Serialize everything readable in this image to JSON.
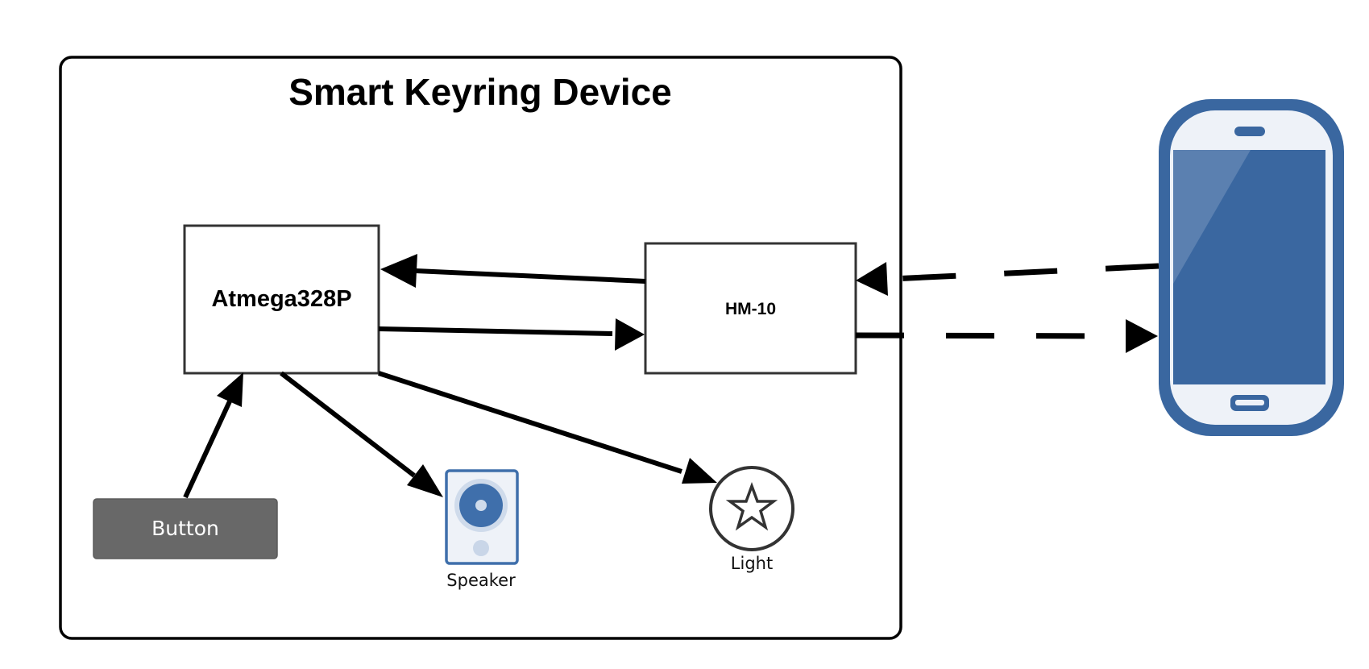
{
  "diagram": {
    "title": "Smart Keyring Device",
    "blocks": {
      "mcu": "Atmega328P",
      "ble": "HM-10",
      "button": "Button"
    },
    "icons": {
      "speaker": {
        "label": "Speaker",
        "icon": "speaker-icon"
      },
      "light": {
        "label": "Light",
        "icon": "star-icon"
      },
      "phone": {
        "icon": "smartphone-icon"
      }
    },
    "connections": [
      {
        "from": "HM-10",
        "to": "Atmega328P",
        "style": "solid"
      },
      {
        "from": "Atmega328P",
        "to": "HM-10",
        "style": "solid"
      },
      {
        "from": "Button",
        "to": "Atmega328P",
        "style": "solid"
      },
      {
        "from": "Atmega328P",
        "to": "Speaker",
        "style": "solid"
      },
      {
        "from": "Atmega328P",
        "to": "Light",
        "style": "solid"
      },
      {
        "from": "Phone",
        "to": "HM-10",
        "style": "dashed"
      },
      {
        "from": "HM-10",
        "to": "Phone",
        "style": "dashed"
      }
    ],
    "colors": {
      "stroke": "#000000",
      "button_fill": "#686868",
      "phone_blue": "#3a67a0",
      "phone_light": "#eef2f8",
      "speaker_blue": "#3f6fab",
      "speaker_bg": "#eef2f8"
    }
  }
}
